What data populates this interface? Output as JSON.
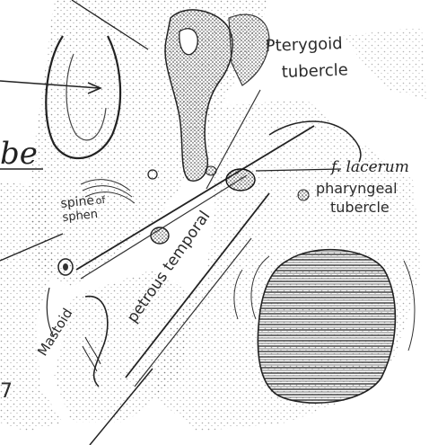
{
  "diagram": {
    "labels": {
      "pterygoid": "Pterygoid",
      "tubercle": "tubercle",
      "be": "be",
      "f_lacerum": "f. lacerum",
      "pharyngeal": "pharyngeal",
      "pharyngeal_tubercle": "tubercle",
      "spine": "spine",
      "of": "of",
      "sphen": "sphen",
      "petrous_temporal": "petrous temporal",
      "mastoid": "Mastoid",
      "corner_mark": "7"
    },
    "colors": {
      "ink": "#2b2b2b",
      "stipple": "#555555",
      "paper": "#ffffff"
    }
  }
}
